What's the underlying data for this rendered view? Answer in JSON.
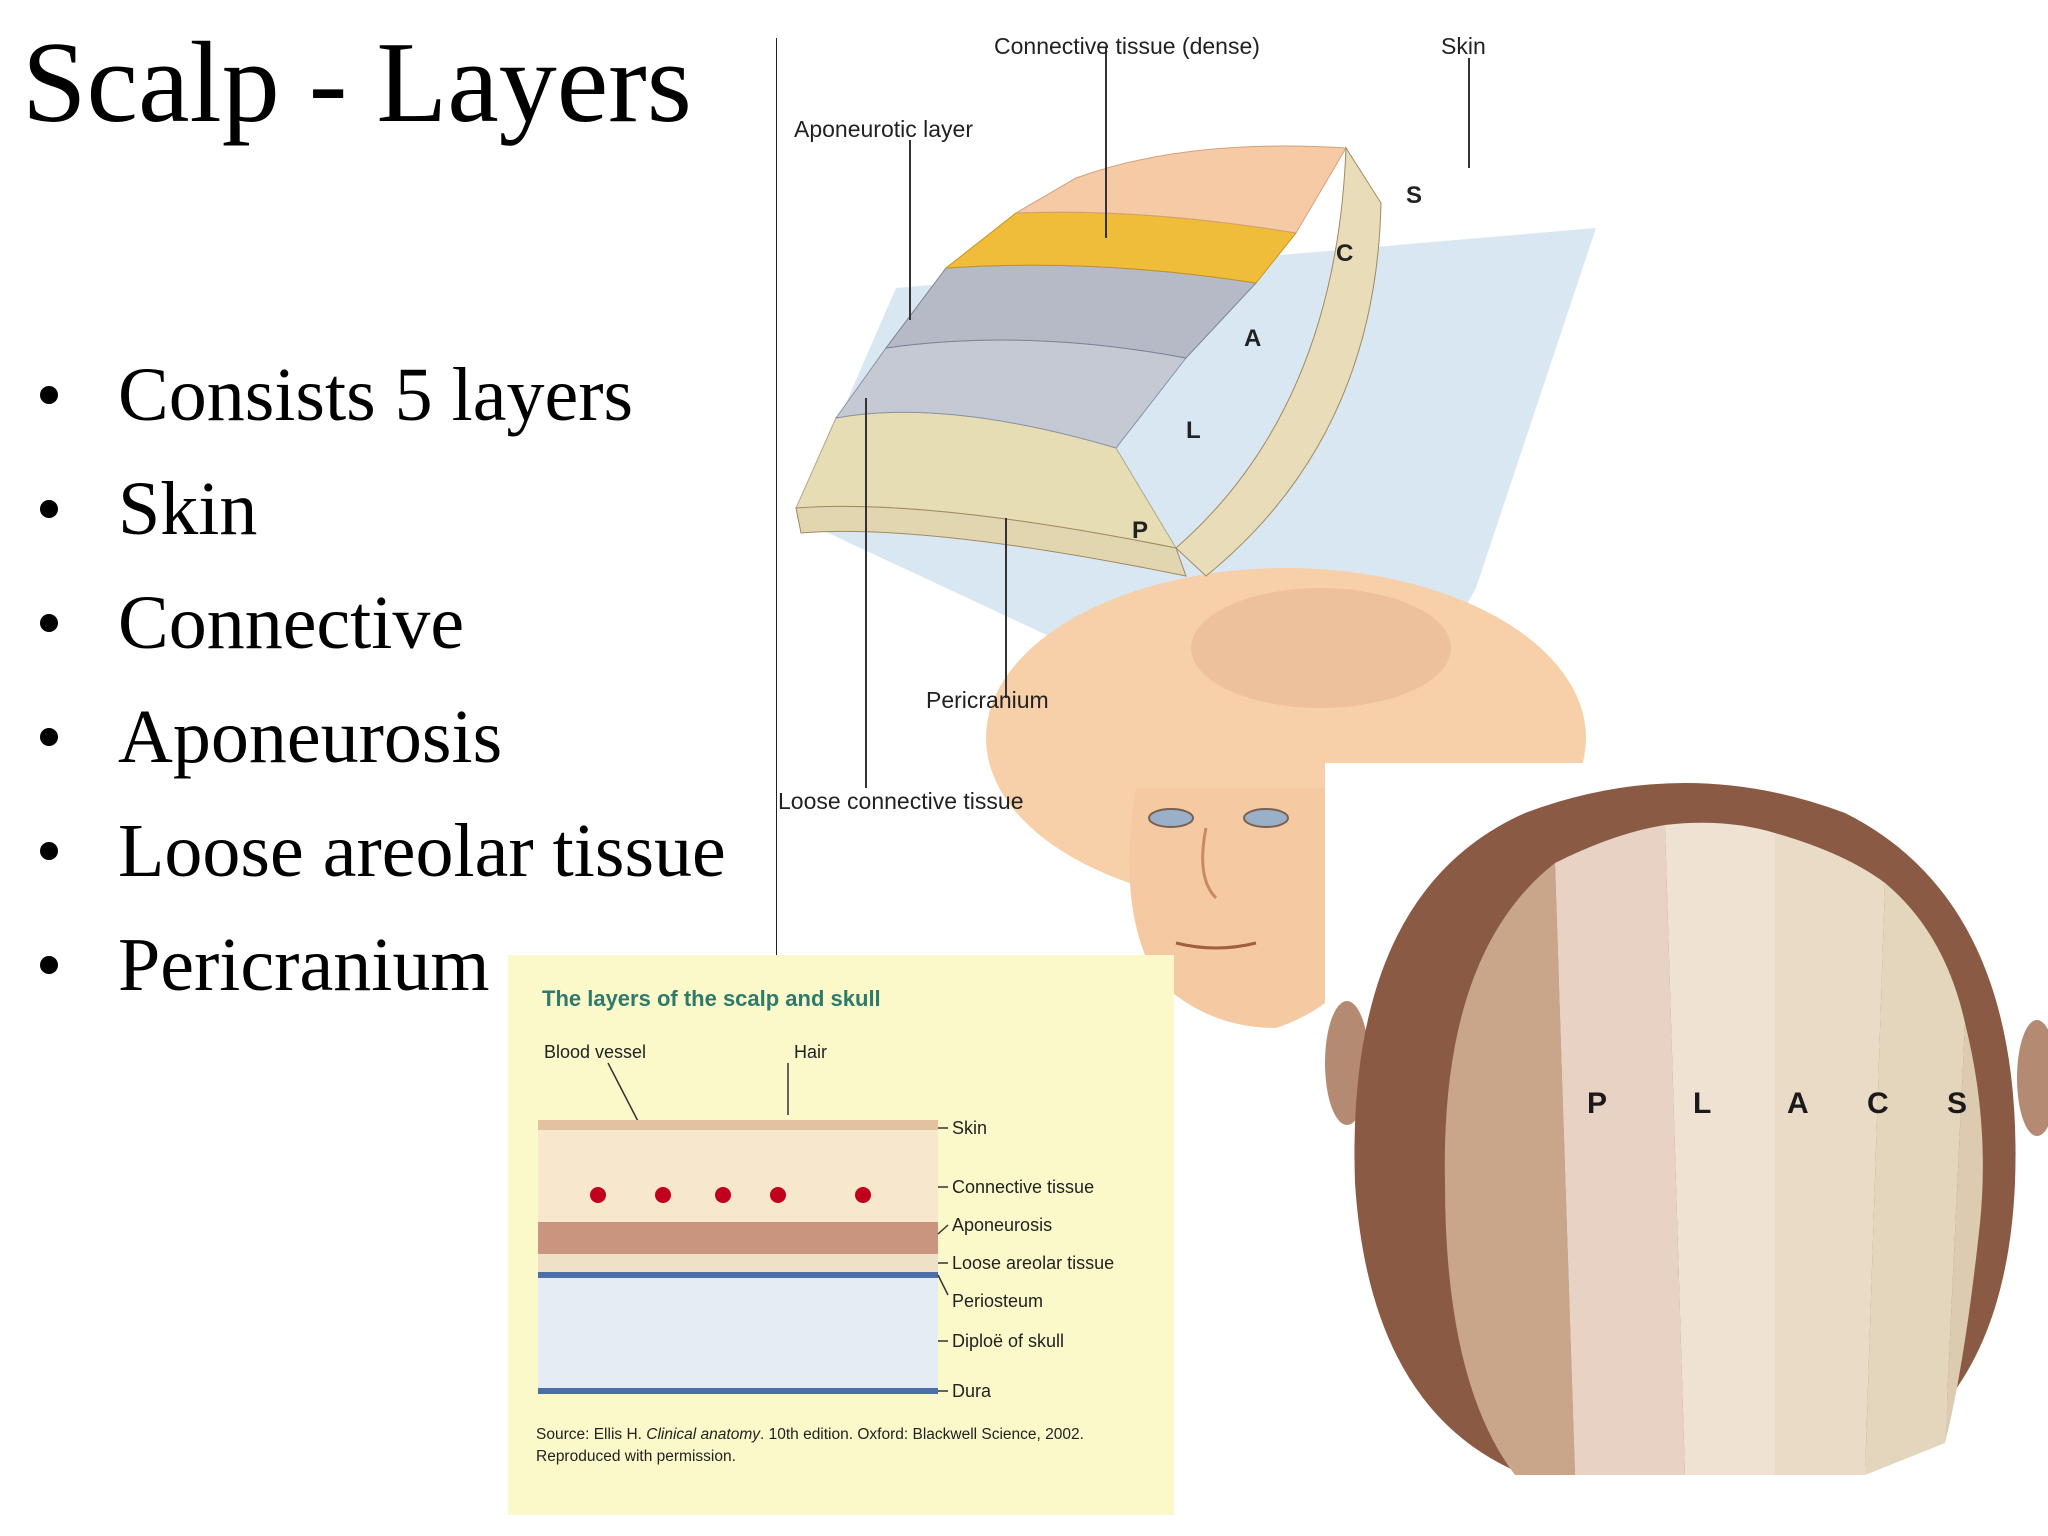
{
  "slide": {
    "title": "Scalp - Layers",
    "bullets": [
      "Consists 5 layers",
      "Skin",
      "Connective",
      "Aponeurosis",
      "Loose areolar tissue",
      "Pericranium"
    ]
  },
  "figure_main": {
    "labels": {
      "connective_dense": "Connective tissue (dense)",
      "skin": "Skin",
      "aponeurotic": "Aponeurotic layer",
      "pericranium": "Pericranium",
      "loose": "Loose connective tissue"
    },
    "letters": [
      "S",
      "C",
      "A",
      "L",
      "P"
    ]
  },
  "figure_diagram": {
    "title": "The layers of the scalp and skull",
    "top_labels": [
      "Blood vessel",
      "Hair"
    ],
    "side_labels": [
      "Skin",
      "Connective tissue",
      "Aponeurosis",
      "Loose areolar tissue",
      "Periosteum",
      "Diploë of skull",
      "Dura"
    ],
    "source_line1_prefix": "Source: Ellis H. ",
    "source_line1_italic": "Clinical anatomy",
    "source_line1_suffix": ". 10th edition. Oxford: Blackwell Science, 2002.",
    "source_line2": "Reproduced with permission."
  },
  "figure_photo": {
    "letters": [
      "P",
      "L",
      "A",
      "C",
      "S"
    ]
  }
}
